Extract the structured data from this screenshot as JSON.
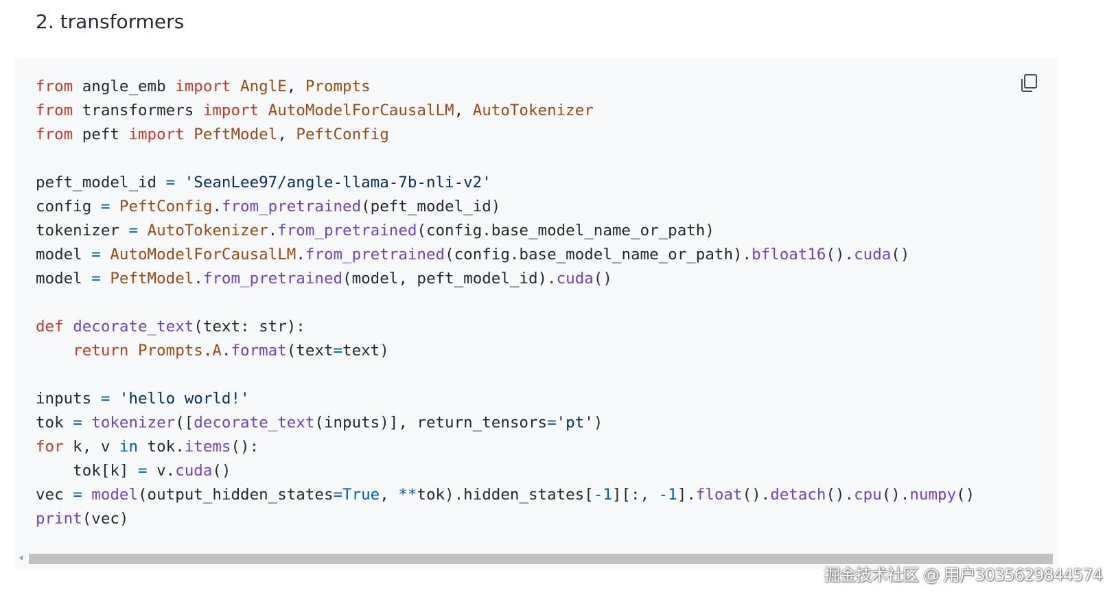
{
  "heading": "2. transformers",
  "copy_icon": "copy-icon",
  "watermark": "掘金技术社区 @ 用户3035629844574",
  "code_lines": [
    [
      [
        "kw",
        "from"
      ],
      [
        "plain",
        " angle_emb "
      ],
      [
        "kw",
        "import"
      ],
      [
        "plain",
        " "
      ],
      [
        "cls",
        "AnglE"
      ],
      [
        "plain",
        ", "
      ],
      [
        "cls",
        "Prompts"
      ]
    ],
    [
      [
        "kw",
        "from"
      ],
      [
        "plain",
        " transformers "
      ],
      [
        "kw",
        "import"
      ],
      [
        "plain",
        " "
      ],
      [
        "cls",
        "AutoModelForCausalLM"
      ],
      [
        "plain",
        ", "
      ],
      [
        "cls",
        "AutoTokenizer"
      ]
    ],
    [
      [
        "kw",
        "from"
      ],
      [
        "plain",
        " peft "
      ],
      [
        "kw",
        "import"
      ],
      [
        "plain",
        " "
      ],
      [
        "cls",
        "PeftModel"
      ],
      [
        "plain",
        ", "
      ],
      [
        "cls",
        "PeftConfig"
      ]
    ],
    [],
    [
      [
        "plain",
        "peft_model_id "
      ],
      [
        "op",
        "="
      ],
      [
        "plain",
        " "
      ],
      [
        "str",
        "'SeanLee97/angle-llama-7b-nli-v2'"
      ]
    ],
    [
      [
        "plain",
        "config "
      ],
      [
        "op",
        "="
      ],
      [
        "plain",
        " "
      ],
      [
        "cls",
        "PeftConfig"
      ],
      [
        "plain",
        "."
      ],
      [
        "fn",
        "from_pretrained"
      ],
      [
        "plain",
        "(peft_model_id)"
      ]
    ],
    [
      [
        "plain",
        "tokenizer "
      ],
      [
        "op",
        "="
      ],
      [
        "plain",
        " "
      ],
      [
        "cls",
        "AutoTokenizer"
      ],
      [
        "plain",
        "."
      ],
      [
        "fn",
        "from_pretrained"
      ],
      [
        "plain",
        "(config.base_model_name_or_path)"
      ]
    ],
    [
      [
        "plain",
        "model "
      ],
      [
        "op",
        "="
      ],
      [
        "plain",
        " "
      ],
      [
        "cls",
        "AutoModelForCausalLM"
      ],
      [
        "plain",
        "."
      ],
      [
        "fn",
        "from_pretrained"
      ],
      [
        "plain",
        "(config.base_model_name_or_path)."
      ],
      [
        "fn",
        "bfloat16"
      ],
      [
        "plain",
        "()."
      ],
      [
        "fn",
        "cuda"
      ],
      [
        "plain",
        "()"
      ]
    ],
    [
      [
        "plain",
        "model "
      ],
      [
        "op",
        "="
      ],
      [
        "plain",
        " "
      ],
      [
        "cls",
        "PeftModel"
      ],
      [
        "plain",
        "."
      ],
      [
        "fn",
        "from_pretrained"
      ],
      [
        "plain",
        "(model, peft_model_id)."
      ],
      [
        "fn",
        "cuda"
      ],
      [
        "plain",
        "()"
      ]
    ],
    [],
    [
      [
        "kw",
        "def"
      ],
      [
        "plain",
        " "
      ],
      [
        "fn",
        "decorate_text"
      ],
      [
        "plain",
        "(text: str):"
      ]
    ],
    [
      [
        "plain",
        "    "
      ],
      [
        "kw",
        "return"
      ],
      [
        "plain",
        " "
      ],
      [
        "cls",
        "Prompts"
      ],
      [
        "plain",
        "."
      ],
      [
        "cls",
        "A"
      ],
      [
        "plain",
        "."
      ],
      [
        "fn",
        "format"
      ],
      [
        "plain",
        "(text"
      ],
      [
        "op",
        "="
      ],
      [
        "plain",
        "text)"
      ]
    ],
    [],
    [
      [
        "plain",
        "inputs "
      ],
      [
        "op",
        "="
      ],
      [
        "plain",
        " "
      ],
      [
        "str",
        "'hello world!'"
      ]
    ],
    [
      [
        "plain",
        "tok "
      ],
      [
        "op",
        "="
      ],
      [
        "plain",
        " "
      ],
      [
        "fn",
        "tokenizer"
      ],
      [
        "plain",
        "(["
      ],
      [
        "fn",
        "decorate_text"
      ],
      [
        "plain",
        "(inputs)], return_tensors"
      ],
      [
        "op",
        "="
      ],
      [
        "str",
        "'pt'"
      ],
      [
        "plain",
        ")"
      ]
    ],
    [
      [
        "kw",
        "for"
      ],
      [
        "plain",
        " k, v "
      ],
      [
        "op",
        "in"
      ],
      [
        "plain",
        " tok."
      ],
      [
        "fn",
        "items"
      ],
      [
        "plain",
        "():"
      ]
    ],
    [
      [
        "plain",
        "    tok[k] "
      ],
      [
        "op",
        "="
      ],
      [
        "plain",
        " v."
      ],
      [
        "fn",
        "cuda"
      ],
      [
        "plain",
        "()"
      ]
    ],
    [
      [
        "plain",
        "vec "
      ],
      [
        "op",
        "="
      ],
      [
        "plain",
        " "
      ],
      [
        "fn",
        "model"
      ],
      [
        "plain",
        "(output_hidden_states"
      ],
      [
        "op",
        "="
      ],
      [
        "num",
        "True"
      ],
      [
        "plain",
        ", "
      ],
      [
        "op",
        "**"
      ],
      [
        "plain",
        "tok).hidden_states["
      ],
      [
        "num",
        "-1"
      ],
      [
        "plain",
        "][:, "
      ],
      [
        "num",
        "-1"
      ],
      [
        "plain",
        "]."
      ],
      [
        "fn",
        "float"
      ],
      [
        "plain",
        "()."
      ],
      [
        "fn",
        "detach"
      ],
      [
        "plain",
        "()."
      ],
      [
        "fn",
        "cpu"
      ],
      [
        "plain",
        "()."
      ],
      [
        "fn",
        "numpy"
      ],
      [
        "plain",
        "()"
      ]
    ],
    [
      [
        "fn",
        "print"
      ],
      [
        "plain",
        "(vec)"
      ]
    ]
  ]
}
